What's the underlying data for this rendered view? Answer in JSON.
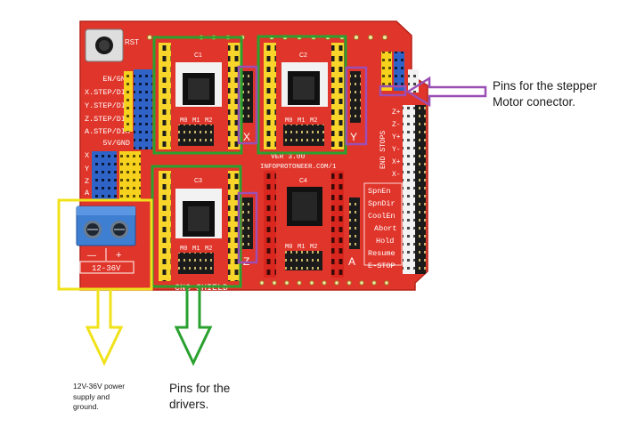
{
  "board": {
    "reset_label": "RST",
    "side_labels": [
      "EN/GND",
      "X.STEP/DIR",
      "Y.STEP/DIR",
      "Z.STEP/DIR",
      "A.STEP/DIR",
      "5V/GND"
    ],
    "axis_letters": [
      "X",
      "Y",
      "Z",
      "A"
    ],
    "pin_labels": [
      "M0",
      "M1",
      "M2"
    ],
    "cap_labels": [
      "C1",
      "C2",
      "C3",
      "C4"
    ],
    "end_stops_label": "END STOPS",
    "endstop_pins": [
      "Z+",
      "Z-",
      "Y+",
      "Y-",
      "X+",
      "X-"
    ],
    "control_labels": [
      "SpnEn",
      "SpnDir",
      "CoolEn",
      "Abort",
      "Hold",
      "Resume",
      "E-STOP"
    ],
    "version": "VER 3.00",
    "website": "INFOPROTONEER.COM/1",
    "power_minus": "—",
    "power_plus": "+",
    "voltage": "12-36V",
    "shield_name": "CNC SHIELD"
  },
  "annotations": {
    "motor_lines": [
      "Pins for the stepper",
      "Motor conector."
    ],
    "drivers_lines": [
      "Pins for the",
      "drivers."
    ],
    "power_lines": [
      "12V-36V power",
      "supply and",
      "ground."
    ]
  },
  "colors": {
    "pcb": "#e0352a",
    "driver_socket": "#f7d52a",
    "driver_highlight": "#2aa12f",
    "power_highlight": "#f0e21a",
    "motor_pins_highlight": "#9b4fb5",
    "terminal_block": "#3f7fd1"
  }
}
